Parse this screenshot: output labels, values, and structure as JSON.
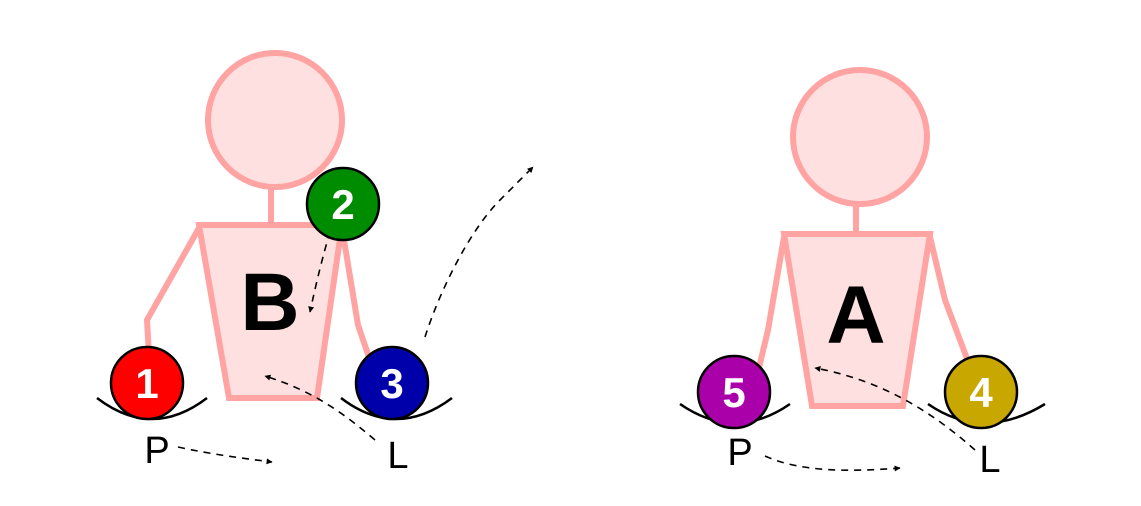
{
  "people": [
    {
      "id": "left",
      "label": "B",
      "hand_labels": {
        "left_side": "P",
        "right_side": "L"
      },
      "balls": [
        {
          "number": "1",
          "color": "#ff0000"
        },
        {
          "number": "2",
          "color": "#008c00"
        },
        {
          "number": "3",
          "color": "#0000aa"
        }
      ]
    },
    {
      "id": "right",
      "label": "A",
      "hand_labels": {
        "left_side": "P",
        "right_side": "L"
      },
      "balls": [
        {
          "number": "5",
          "color": "#aa00aa"
        },
        {
          "number": "4",
          "color": "#c8a800"
        }
      ]
    }
  ],
  "colors": {
    "figure_stroke": "#ffa3a3",
    "figure_fill": "#ffe0e0",
    "arrow": "#000000"
  }
}
